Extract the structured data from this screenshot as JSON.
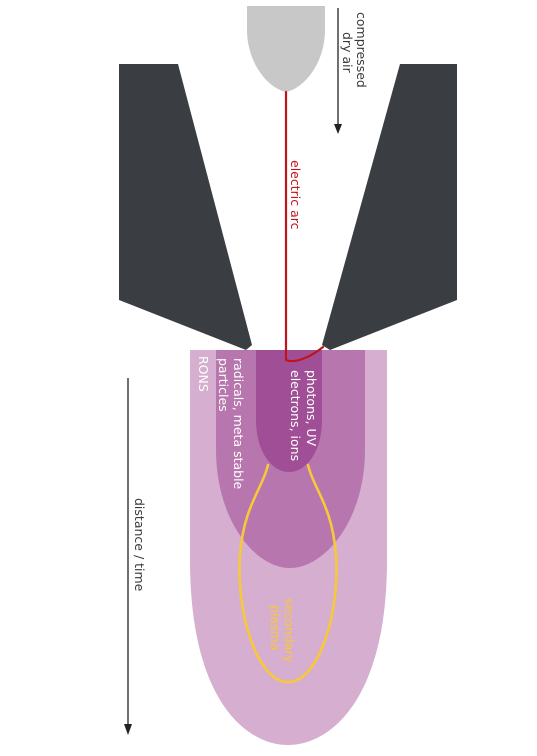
{
  "labels": {
    "compressed_air_line1": "compressed",
    "compressed_air_line2": "dry air",
    "electric_arc": "electric arc",
    "photons_line1": "photons, UV",
    "photons_line2": "electrons, ions",
    "radicals_line1": "radicals, meta stable",
    "radicals_line2": "particles",
    "rons": "RONS",
    "secondary_line1": "secondary",
    "secondary_line2": "plasma",
    "distance_time": "distance / time"
  },
  "colors": {
    "background": "#ffffff",
    "nozzle": "#3a3e43",
    "electrode": "#c8c8c8",
    "arc": "#c0141c",
    "zone_outer": "#d6aecf",
    "zone_middle": "#b777ae",
    "zone_inner": "#a04f96",
    "secondary_plasma_outline": "#f6c83a",
    "arrow": "#222222"
  }
}
